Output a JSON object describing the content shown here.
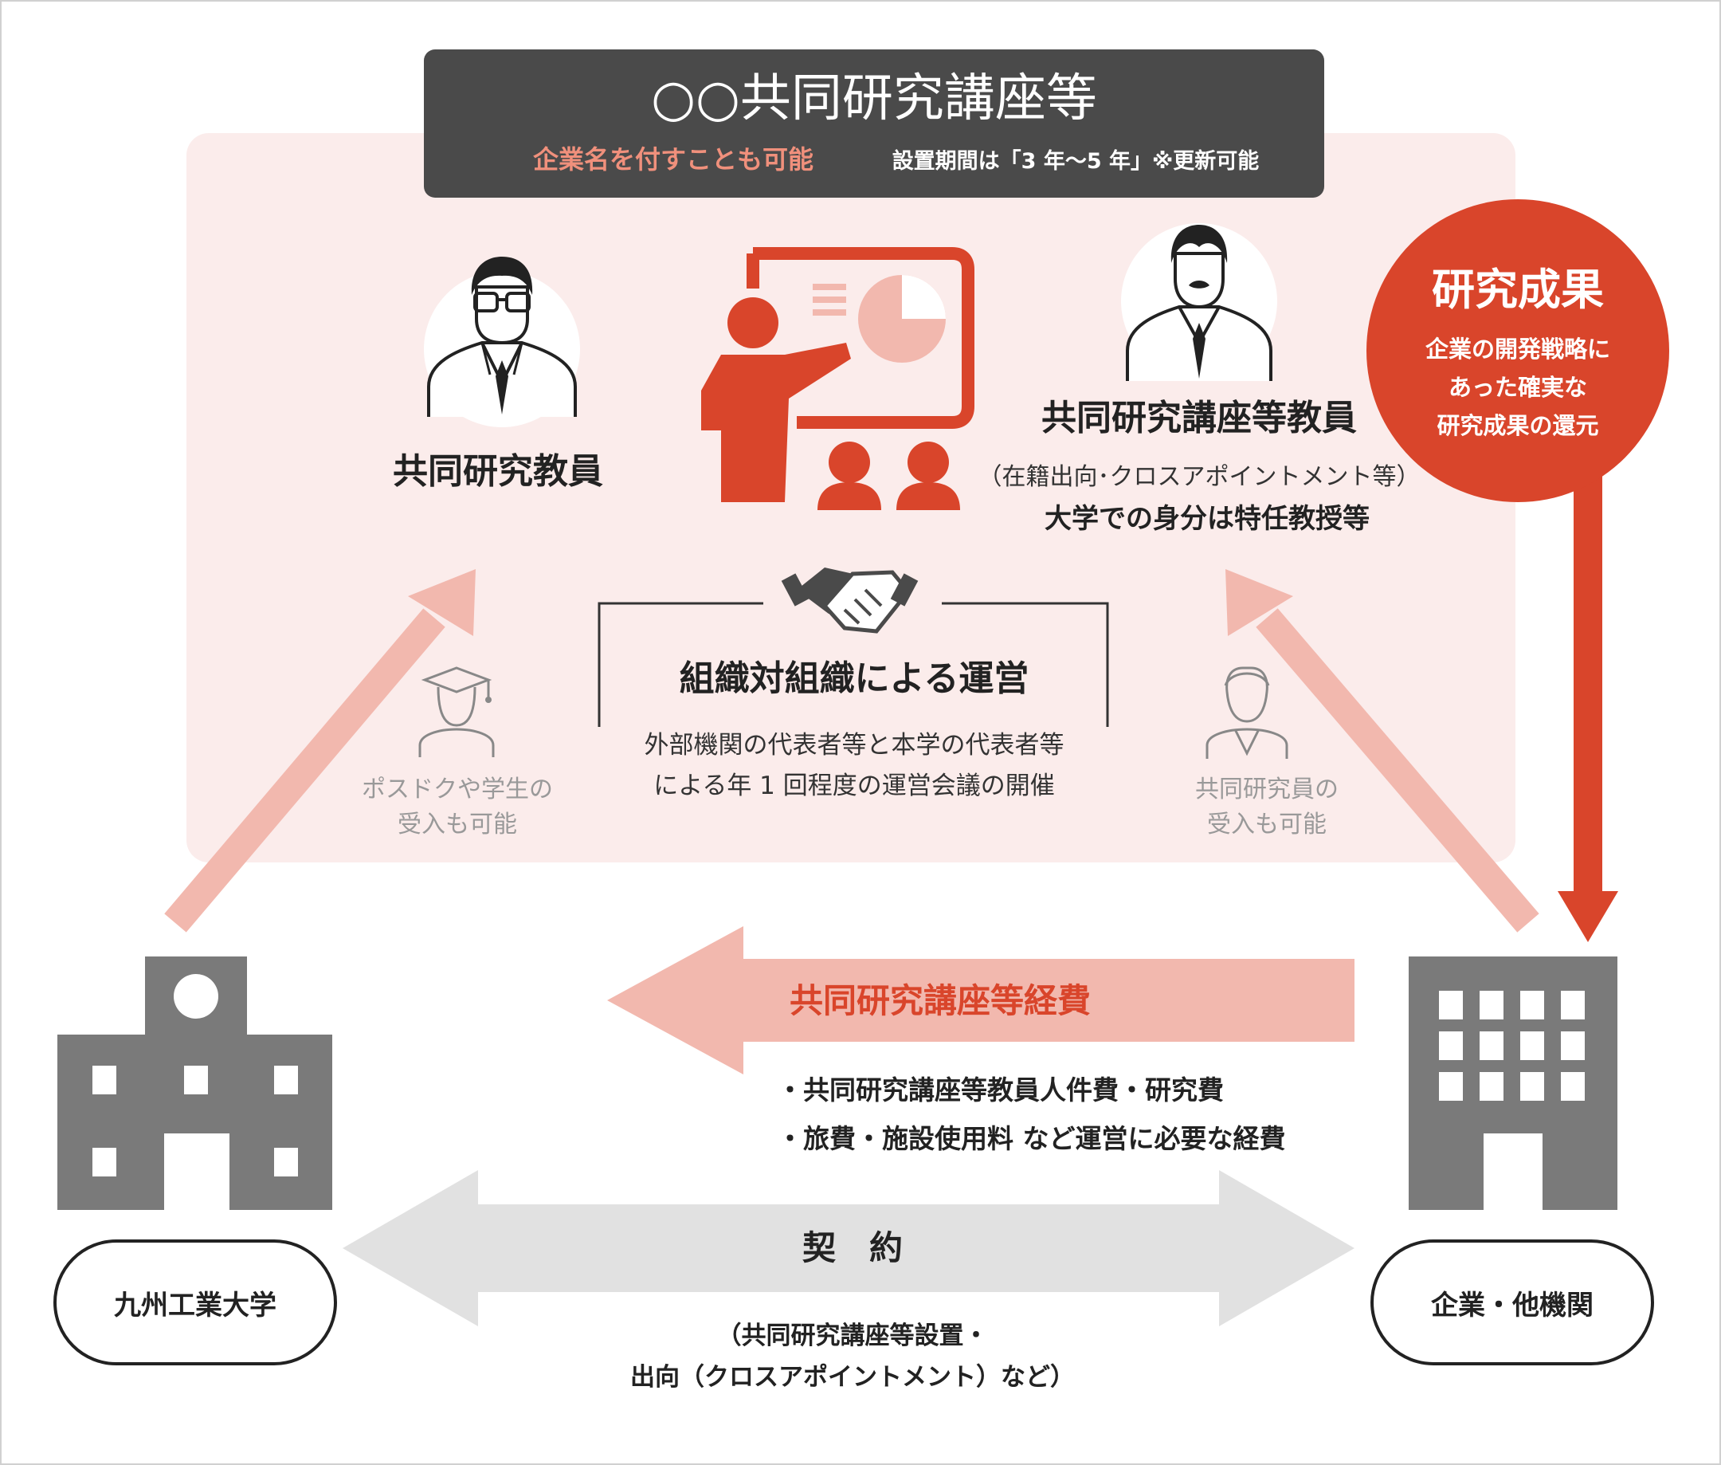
{
  "header": {
    "title": "○○共同研究講座等",
    "sub_left": "企業名を付すことも可能",
    "sub_right": "設置期間は「3 年〜5 年」※更新可能"
  },
  "joint_faculty": {
    "label": "共同研究教員"
  },
  "course_faculty": {
    "label": "共同研究講座等教員",
    "note": "（在籍出向･クロスアポイントメント等）",
    "status": "大学での身分は特任教授等"
  },
  "research_result": {
    "title": "研究成果",
    "lines": [
      "企業の開発戦略に",
      "あった確実な",
      "研究成果の還元"
    ]
  },
  "organization": {
    "title": "組織対組織による運営",
    "lines": [
      "外部機関の代表者等と本学の代表者等",
      "による年 1 回程度の運営会議の開催"
    ]
  },
  "postdoc": {
    "lines": [
      "ポスドクや学生の",
      "受入も可能"
    ]
  },
  "researcher": {
    "lines": [
      "共同研究員の",
      "受入も可能"
    ]
  },
  "expense": {
    "title": "共同研究講座等経費",
    "items": [
      "・共同研究講座等教員人件費・研究費",
      "・旅費・施設使用料 など運営に必要な経費"
    ]
  },
  "contract": {
    "title": "契　約",
    "lines": [
      "（共同研究講座等設置・",
      "出向（クロスアポイントメント）など）"
    ]
  },
  "university": {
    "label": "九州工業大学"
  },
  "company": {
    "label": "企業・他機関"
  },
  "colors": {
    "accent_red": "#d9452b",
    "light_pink": "#fbeceb",
    "arrow_pink": "#f2b8ae",
    "header_dark": "#4a4a4a",
    "header_orange": "#f0907c",
    "building_gray": "#7a7a7a",
    "contract_gray": "#e1e1e1"
  },
  "icons": [
    "professor-icon",
    "presentation-icon",
    "company-faculty-icon",
    "handshake-icon",
    "graduate-icon",
    "researcher-icon",
    "university-building-icon",
    "company-building-icon"
  ]
}
